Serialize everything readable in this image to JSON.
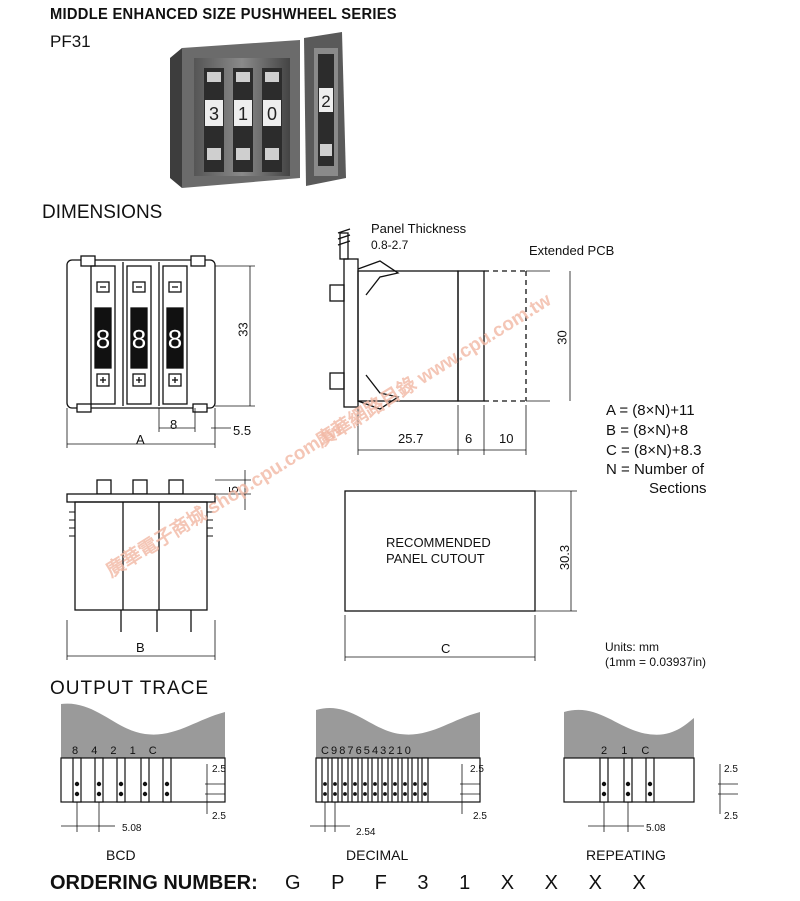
{
  "header": {
    "title": "MIDDLE ENHANCED SIZE PUSHWHEEL SERIES",
    "model": "PF31"
  },
  "photo": {
    "digits": [
      "3",
      "1",
      "0",
      "2"
    ]
  },
  "dimensions": {
    "heading": "DIMENSIONS",
    "front_switch_digits": [
      "8",
      "8",
      "8"
    ],
    "labels": {
      "height_33": "33",
      "pitch_8": "8",
      "edge_5_5": "5.5",
      "dim_A": "A",
      "panel_thickness": "Panel Thickness",
      "panel_thickness_range": "0.8-2.7",
      "extended_pcb": "Extended PCB",
      "height_30": "30",
      "depth_25_7": "25.7",
      "depth_6": "6",
      "depth_10": "10",
      "dim_5": "5",
      "dim_B": "B",
      "cutout_line1": "RECOMMENDED",
      "cutout_line2": "PANEL CUTOUT",
      "height_30_3": "30.3",
      "dim_C": "C"
    },
    "formulas": [
      {
        "key": "A",
        "eq": "=",
        "value": "(8×N)+11"
      },
      {
        "key": "B",
        "eq": "=",
        "value": "(8×N)+8"
      },
      {
        "key": "C",
        "eq": "=",
        "value": "(8×N)+8.3"
      },
      {
        "key": "N",
        "eq": "=",
        "value": "Number of"
      }
    ],
    "formula_cont": "Sections",
    "units_line1": "Units: mm",
    "units_line2": "(1mm  =  0.03937in)"
  },
  "output_trace": {
    "heading": "OUTPUT  TRACE",
    "bcd": {
      "label": "BCD",
      "pins": [
        "8",
        "4",
        "2",
        "1",
        "C"
      ],
      "pitch": "5.08",
      "spacing_top": "2.5",
      "spacing_bottom": "2.5"
    },
    "decimal": {
      "label": "DECIMAL",
      "pins": [
        "C",
        "9",
        "8",
        "7",
        "6",
        "5",
        "4",
        "3",
        "2",
        "1",
        "0"
      ],
      "pitch": "2.54",
      "spacing_top": "2.5",
      "spacing_bottom": "2.5"
    },
    "repeating": {
      "label": "REPEATING",
      "pins": [
        "2",
        "1",
        "C"
      ],
      "pitch": "5.08",
      "spacing_top": "2.5",
      "spacing_bottom": "2.5"
    }
  },
  "ordering": {
    "label": "ORDERING NUMBER:",
    "code": "G P F 3 1 X X X X"
  },
  "watermarks": {
    "left": "廣華電子商城  shop.cpu.com.tw",
    "middle": "廣華網路目錄  www.cpu.com.tw"
  }
}
